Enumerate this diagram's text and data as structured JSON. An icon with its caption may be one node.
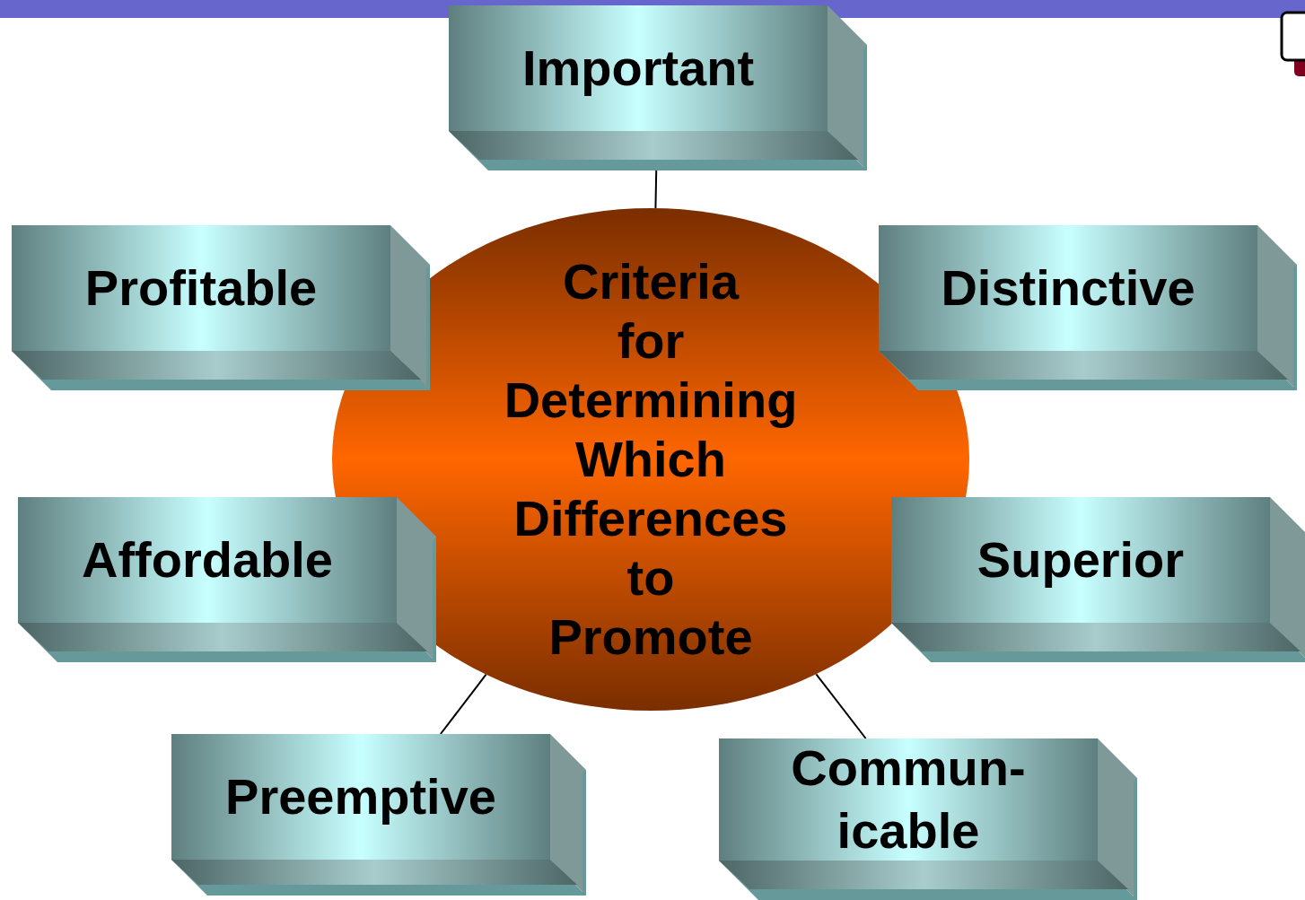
{
  "diagram": {
    "nodes": [
      {
        "text": [
          "Important"
        ]
      },
      {
        "text": [
          "Profitable"
        ]
      },
      {
        "text": [
          "Criteria for Determining Which Differences to Promote"
        ]
      },
      {
        "text": [
          "Distinctive"
        ]
      },
      {
        "text": [
          "Affordable"
        ]
      },
      {
        "text": [
          "Superior"
        ]
      },
      {
        "text": [
          "Preemptive"
        ]
      },
      {
        "text": [
          "Commun- icable"
        ]
      }
    ],
    "edges": [
      {
        "from": 0,
        "to": 2,
        "arrow": "none"
      },
      {
        "from": 6,
        "to": 2,
        "arrow": "none"
      },
      {
        "from": 7,
        "to": 2,
        "arrow": "none"
      }
    ]
  }
}
